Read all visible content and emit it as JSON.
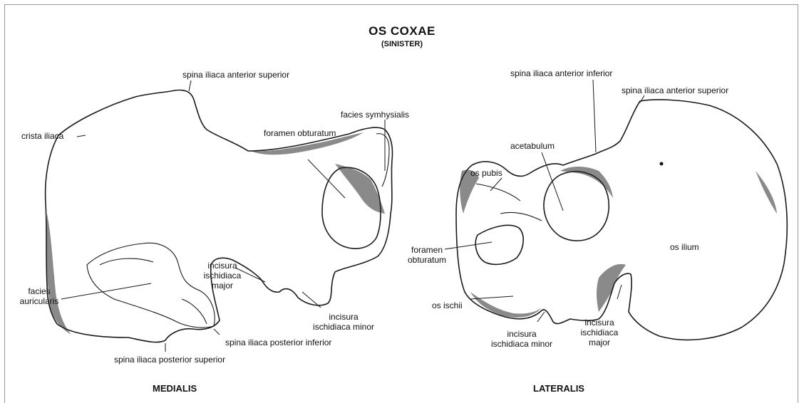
{
  "title": "OS COXAE",
  "subtitle": "(SINISTER)",
  "views": {
    "medial": "MEDIALIS",
    "lateral": "LATERALIS"
  },
  "medial_labels": {
    "spina_iliaca_anterior_superior": "spina iliaca anterior superior",
    "crista_iliaca": "crista iliaca",
    "facies_symhysialis": "facies symhysialis",
    "foramen_obturatum": "foramen obturatum",
    "incisura_major_1": "incisura",
    "incisura_major_2": "ischidiaca",
    "incisura_major_3": "major",
    "facies_auricularis_1": "facies",
    "facies_auricularis_2": "auricularis",
    "incisura_minor_1": "incisura",
    "incisura_minor_2": "ischidiaca minor",
    "spina_iliaca_posterior_inferior": "spina iliaca posterior inferior",
    "spina_iliaca_posterior_superior": "spina iliaca posterior superior"
  },
  "lateral_labels": {
    "spina_iliaca_anterior_inferior": "spina iliaca anterior inferior",
    "spina_iliaca_anterior_superior": "spina iliaca anterior superior",
    "acetabulum": "acetabulum",
    "os_pubis": "os pubis",
    "foramen_obturatum_1": "foramen",
    "foramen_obturatum_2": "obturatum",
    "os_ilium": "os ilium",
    "os_ischii": "os ischii",
    "incisura_minor_1": "incisura",
    "incisura_minor_2": "ischidiaca minor",
    "incisura_major_1": "incisura",
    "incisura_major_2": "ischidiaca",
    "incisura_major_3": "major"
  }
}
